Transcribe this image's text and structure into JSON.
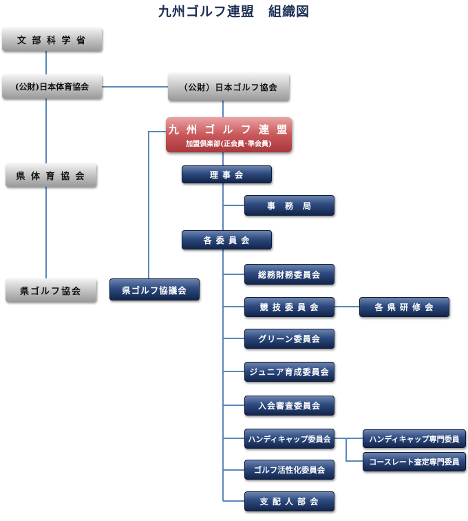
{
  "title": "九州ゴルフ連盟　組織図",
  "nodes": {
    "monbu": "文 部 科 学 省",
    "taiiku": "(公財)日本体育協会",
    "jga": "（公財）日本ゴルフ協会",
    "kgu_name": "九 州 ゴ ル フ 連 盟",
    "kgu_sub": "加盟倶楽部(正会員･準会員)",
    "ken_taiiku": "県 体 育 協 会",
    "ken_golf": "県ゴルフ協会",
    "ken_golf_giin": "県ゴルフ協議会",
    "rijikai": "理 事 会",
    "jimukyoku": "事　務　局",
    "iinkai": "各 委 員 会",
    "somu": "総務財務委員会",
    "kyogi": "競 技 委 員 会",
    "kenshu": "各 県 研 修 会",
    "green": "グリーン委員会",
    "junior": "ジュニア育成委員会",
    "nyukai": "入会審査委員会",
    "handicap": "ハンディキャップ委員会",
    "handicap_senmon": "ハンディキャップ専門委員",
    "course_rate": "コースレート査定専門委員",
    "kasseika": "ゴルフ活性化委員会",
    "shihainin": "支 配 人 部 会"
  }
}
